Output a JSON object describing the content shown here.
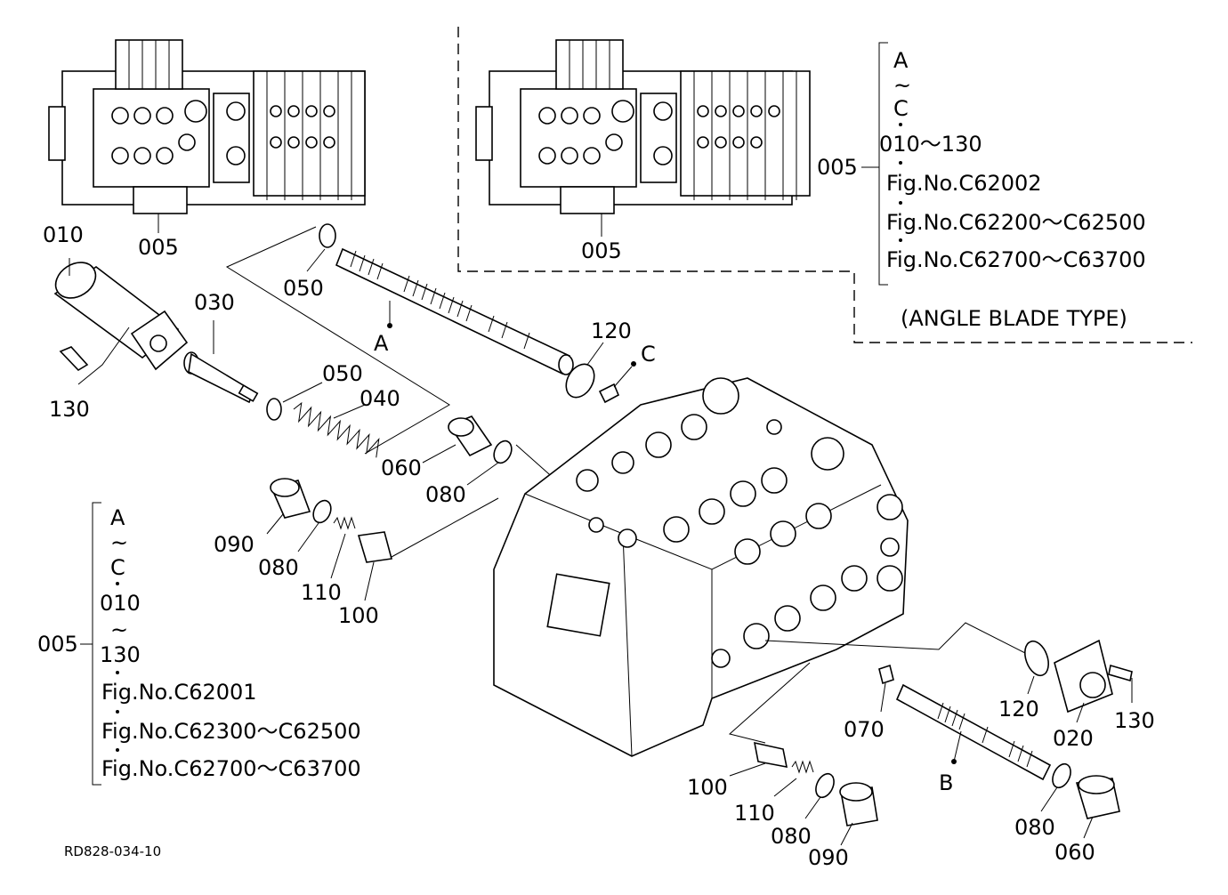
{
  "diagram": {
    "assembly_label": "005",
    "part_labels": {
      "p010": "010",
      "p050_top": "050",
      "p030": "030",
      "p130_left": "130",
      "p050_mid": "050",
      "p040": "040",
      "p120_top": "120",
      "p060_top": "060",
      "p080_top": "080",
      "p090_left": "090",
      "p080_left": "080",
      "p110_left": "110",
      "p100_left": "100",
      "p120_right": "120",
      "p020": "020",
      "p130_right": "130",
      "p070": "070",
      "p100_bottom": "100",
      "p110_bottom": "110",
      "p080_bottom": "080",
      "p090_bottom": "090",
      "p080_right": "080",
      "p060_right": "060"
    },
    "markers": {
      "a": "A",
      "b": "B",
      "c": "C"
    },
    "note_right": {
      "assembly": "005",
      "range_start": "A",
      "tilde": "~",
      "range_end": "C",
      "parts_range": "010～130",
      "fig1": "Fig.No.C62002",
      "fig2": "Fig.No.C62200～C62500",
      "fig3": "Fig.No.C62700～C63700",
      "type": "(ANGLE BLADE TYPE)"
    },
    "note_left": {
      "assembly": "005",
      "range_start": "A",
      "tilde1": "~",
      "range_end": "C",
      "parts_start": "010",
      "tilde2": "~",
      "parts_end": "130",
      "fig1": "Fig.No.C62001",
      "fig2": "Fig.No.C62300～C62500",
      "fig3": "Fig.No.C62700～C63700"
    },
    "drawing_code": "RD828-034-10"
  }
}
